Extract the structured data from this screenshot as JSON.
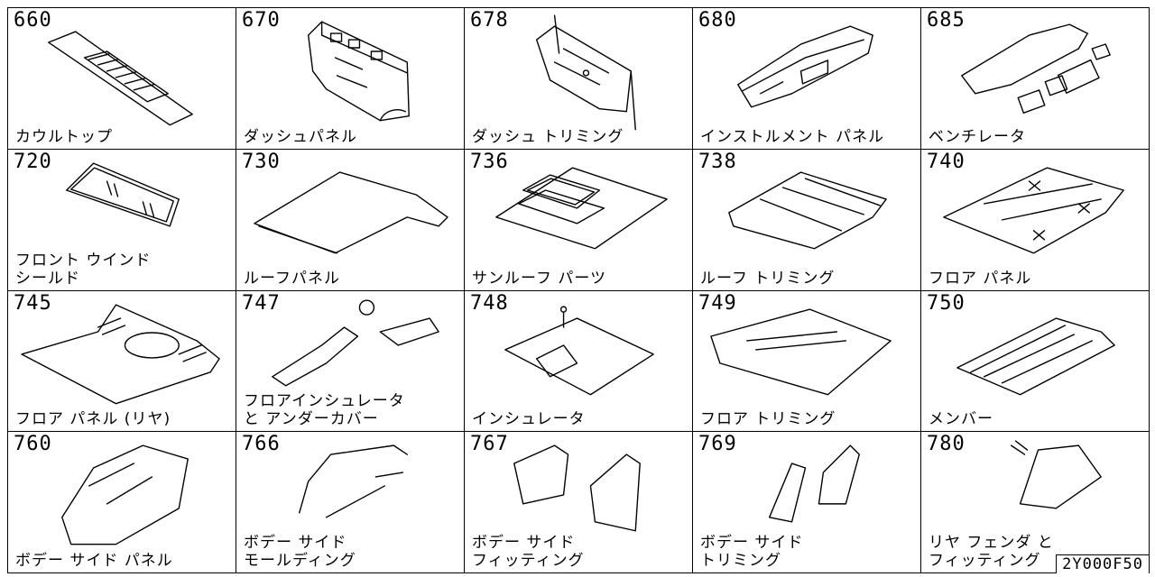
{
  "cells": [
    {
      "num": "660",
      "label": "カウルトップ"
    },
    {
      "num": "670",
      "label": "ダッシュパネル"
    },
    {
      "num": "678",
      "label": "ダッシュ トリミング"
    },
    {
      "num": "680",
      "label": "インストルメント パネル"
    },
    {
      "num": "685",
      "label": "ベンチレータ"
    },
    {
      "num": "720",
      "label": "フロント ウインド\nシールド"
    },
    {
      "num": "730",
      "label": "ルーフパネル"
    },
    {
      "num": "736",
      "label": "サンルーフ パーツ"
    },
    {
      "num": "738",
      "label": "ルーフ トリミング"
    },
    {
      "num": "740",
      "label": "フロア パネル"
    },
    {
      "num": "745",
      "label": "フロア パネル (リヤ)"
    },
    {
      "num": "747",
      "label": "フロアインシュレータ\nと アンダーカバー"
    },
    {
      "num": "748",
      "label": "インシュレータ"
    },
    {
      "num": "749",
      "label": "フロア トリミング"
    },
    {
      "num": "750",
      "label": "メンバー"
    },
    {
      "num": "760",
      "label": "ボデー サイド パネル"
    },
    {
      "num": "766",
      "label": "ボデー サイド\nモールディング"
    },
    {
      "num": "767",
      "label": "ボデー サイド\nフィッティング"
    },
    {
      "num": "769",
      "label": "ボデー サイド\nトリミング"
    },
    {
      "num": "780",
      "label": "リヤ フェンダ と\nフィッティング"
    }
  ],
  "diagram_code": "2Y000F50"
}
